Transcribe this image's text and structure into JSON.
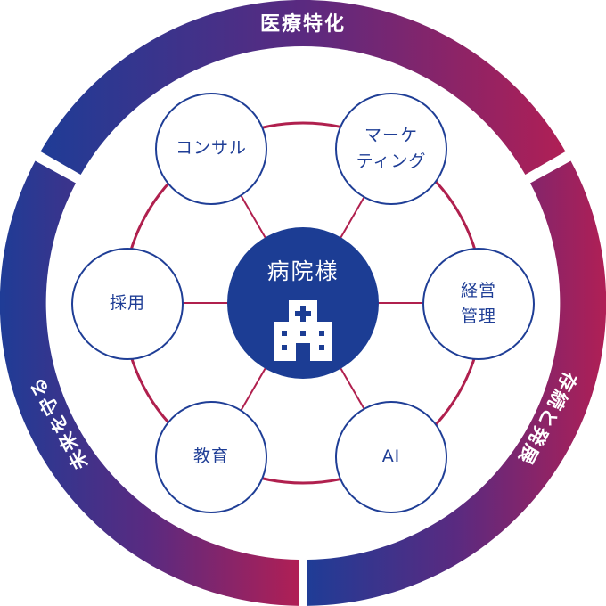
{
  "diagram": {
    "outer_ring": {
      "top_label": "医療特化",
      "right_label": "存続と発展",
      "left_label": "未来を守る",
      "gradient_start": "#1f3c96",
      "gradient_mid": "#5a2a80",
      "gradient_end": "#b01f55"
    },
    "center": {
      "label": "病院様",
      "icon": "hospital-icon",
      "color": "#1c3d94"
    },
    "connector_color": "#b0204e",
    "node_border_color": "#1f3e96",
    "nodes": [
      {
        "label": "コンサル"
      },
      {
        "label": "マーケ\nティング"
      },
      {
        "label": "経営\n管理"
      },
      {
        "label": "AI"
      },
      {
        "label": "教育"
      },
      {
        "label": "採用"
      }
    ]
  }
}
